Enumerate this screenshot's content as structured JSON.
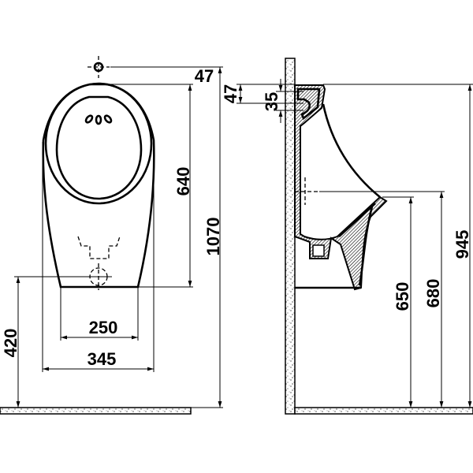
{
  "drawing": {
    "front_view": {
      "dimensions": {
        "height_body": "640",
        "total_height": "1070",
        "outlet_height": "420",
        "outlet_span": "250",
        "width": "345",
        "inlet_offset": "47"
      }
    },
    "side_view": {
      "dimensions": {
        "inlet_offset": "47",
        "inlet_depth": "35",
        "top_height": "945",
        "rim_height_upper": "680",
        "rim_height_lower": "650"
      }
    },
    "colors": {
      "line": "#000000",
      "background": "#ffffff"
    }
  }
}
